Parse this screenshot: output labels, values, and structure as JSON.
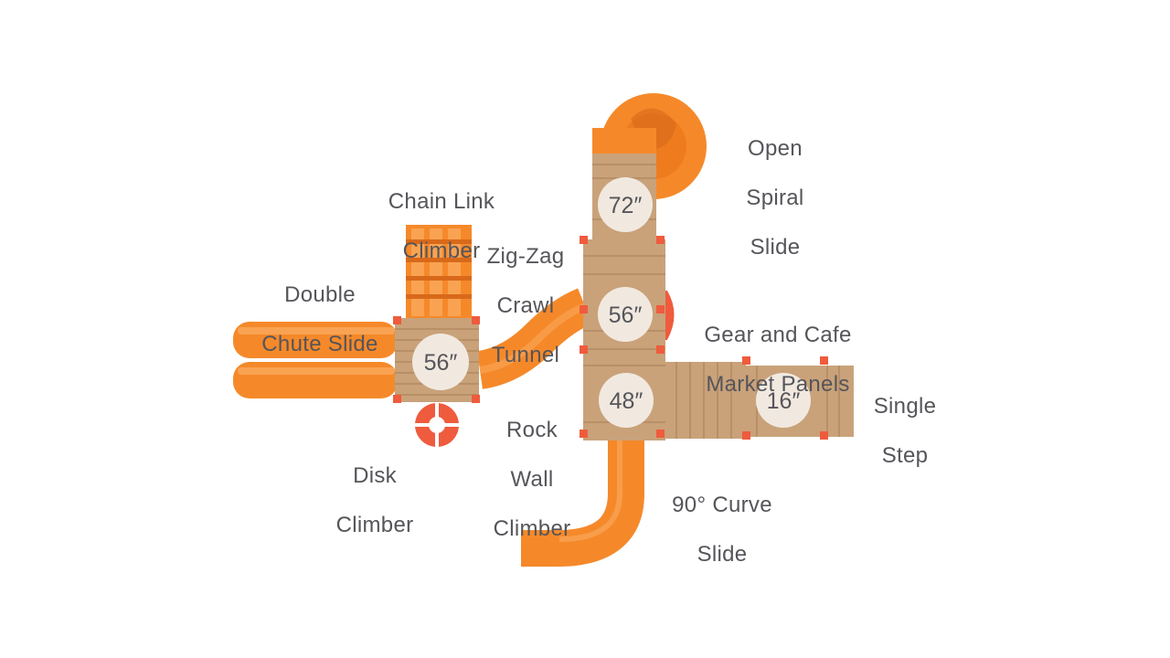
{
  "colors": {
    "slide_orange": "#f5892a",
    "slide_dark": "#d9691a",
    "wood": "#c9a27a",
    "wood_dark": "#a67e57",
    "post_red": "#ef5b3d",
    "height_circle": "#f1e9e0",
    "label_text": "#55555a"
  },
  "components": {
    "open_spiral_slide": [
      "Open",
      "Spiral",
      "Slide"
    ],
    "chain_link_climber": [
      "Chain Link",
      "Climber"
    ],
    "zig_zag_crawl_tunnel": [
      "Zig-Zag",
      "Crawl",
      "Tunnel"
    ],
    "double_chute_slide": [
      "Double",
      "Chute Slide"
    ],
    "gear_and_cafe_market_panels": [
      "Gear and Cafe",
      "Market Panels"
    ],
    "single_step": [
      "Single",
      "Step"
    ],
    "rock_wall_climber": [
      "Rock",
      "Wall",
      "Climber"
    ],
    "disk_climber": [
      "Disk",
      "Climber"
    ],
    "curve_slide_90": [
      "90° Curve",
      "Slide"
    ]
  },
  "deck_heights": {
    "top_deck": "72″",
    "middle_deck": "56″",
    "left_deck": "56″",
    "lower_deck": "48″",
    "step_deck": "16″"
  }
}
